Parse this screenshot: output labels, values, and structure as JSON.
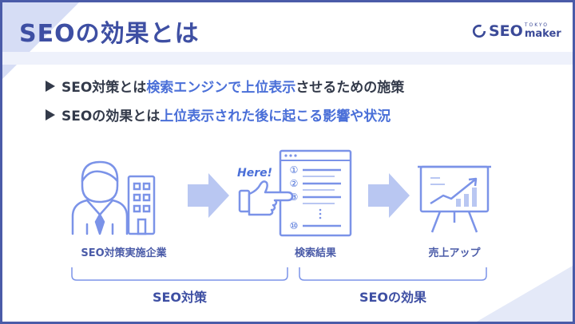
{
  "title": "SEOの効果とは",
  "logo": {
    "text": "SEO",
    "sub_top": "TOKYO",
    "sub_bottom": "maker"
  },
  "bullets": [
    {
      "prefix": "SEO対策とは",
      "highlight": "検索エンジンで上位表示",
      "suffix": "させるための施策"
    },
    {
      "prefix": "SEOの効果とは",
      "highlight": "上位表示された後に起こる影響や状況",
      "suffix": ""
    }
  ],
  "diagram": {
    "here_label": "Here!",
    "rank_labels": [
      "①",
      "②",
      "③",
      "⑩"
    ],
    "captions": [
      "SEO対策実施企業",
      "検索結果",
      "売上アップ"
    ],
    "brackets": [
      "SEO対策",
      "SEOの効果"
    ]
  },
  "colors": {
    "primary": "#3e4fa3",
    "accent": "#4a6fd8",
    "icon": "#7b93e8",
    "arrow": "#b9c7f2"
  }
}
